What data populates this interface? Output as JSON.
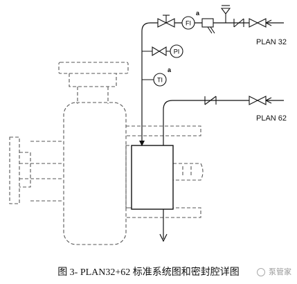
{
  "labels": {
    "plan32": "PLAN 32",
    "plan62": "PLAN 62"
  },
  "instruments": {
    "fi": "FI",
    "fi_note": "a",
    "pi": "PI",
    "ti": "TI",
    "ti_note": "a"
  },
  "caption": "图 3- PLAN32+62 标准系统图和密封腔详图",
  "watermark": "泵管家"
}
